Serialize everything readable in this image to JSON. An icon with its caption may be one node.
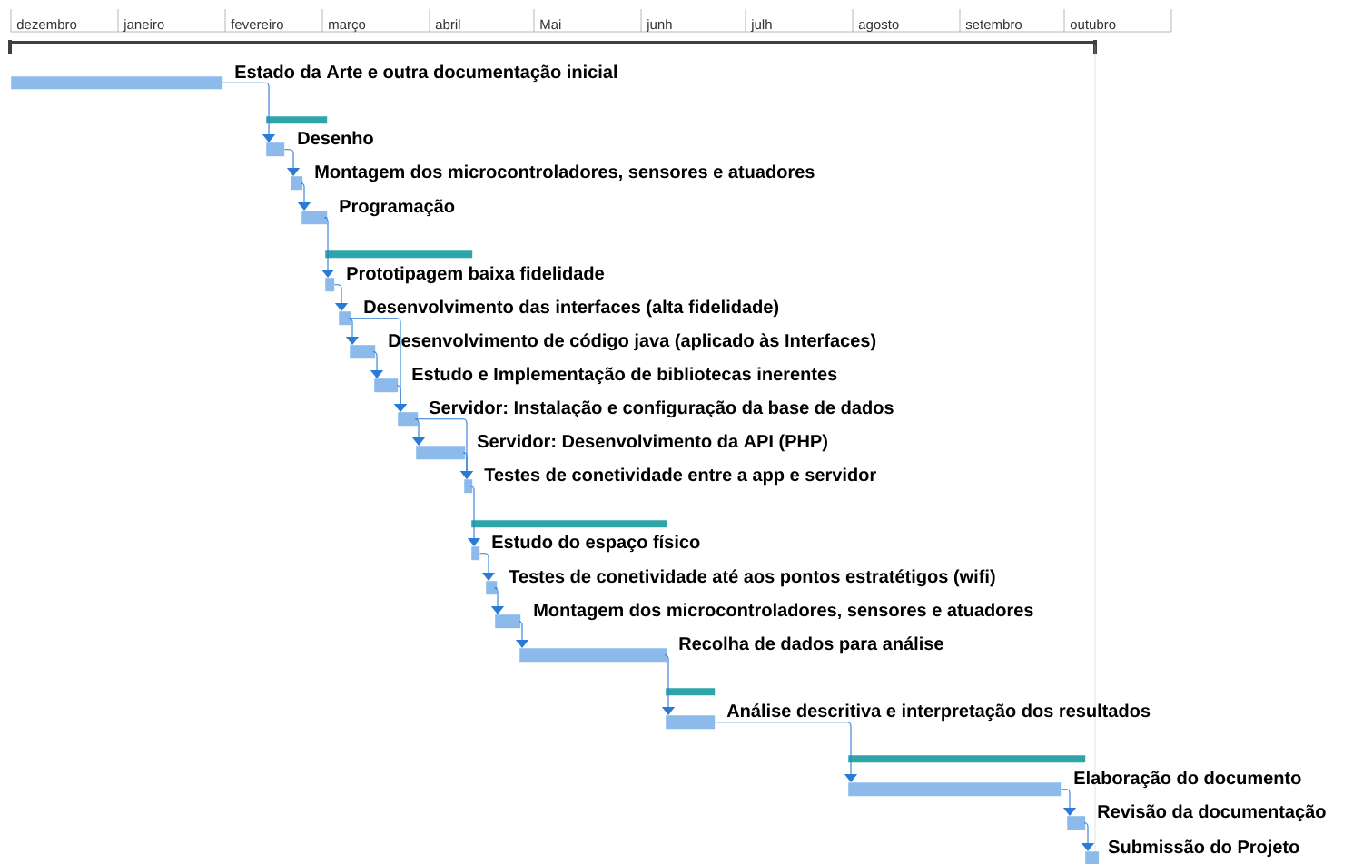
{
  "diagram": {
    "nodes": [
      {
        "text": [],
        "shape": "bar",
        "beside": [
          "Estado da Arte e outra documentação inicial"
        ]
      },
      {
        "text": [],
        "shape": "bar"
      },
      {
        "text": [],
        "shape": "bar",
        "beside": [
          "Desenho"
        ]
      },
      {
        "text": [],
        "shape": "bar",
        "beside": [
          "Montagem dos microcontroladores, sensores e atuadores"
        ]
      },
      {
        "text": [],
        "shape": "bar",
        "beside": [
          "Programação"
        ]
      },
      {
        "text": [],
        "shape": "bar"
      },
      {
        "text": [],
        "shape": "bar",
        "beside": [
          "Prototipagem baixa fidelidade"
        ]
      },
      {
        "text": [],
        "shape": "bar",
        "beside": [
          "Desenvolvimento das interfaces (alta fidelidade)"
        ]
      },
      {
        "text": [],
        "shape": "bar",
        "beside": [
          "Desenvolvimento de código java (aplicado às Interfaces)"
        ]
      },
      {
        "text": [],
        "shape": "bar",
        "beside": [
          "Estudo e Implementação de bibliotecas inerentes"
        ]
      },
      {
        "text": [],
        "shape": "bar",
        "beside": [
          "Servidor: Instalação e configuração da base de dados"
        ]
      },
      {
        "text": [],
        "shape": "bar",
        "beside": [
          "Servidor: Desenvolvimento da API (PHP)"
        ]
      },
      {
        "text": [],
        "shape": "bar",
        "beside": [
          "Testes de conetividade entre a app e servidor"
        ]
      },
      {
        "text": [],
        "shape": "bar"
      },
      {
        "text": [],
        "shape": "bar",
        "beside": [
          "Estudo do espaço físico"
        ]
      },
      {
        "text": [],
        "shape": "bar",
        "beside": [
          "Testes de conetividade até aos pontos estratétigos (wifi)"
        ]
      },
      {
        "text": [],
        "shape": "bar",
        "beside": [
          "Montagem dos microcontroladores, sensores e atuadores"
        ]
      },
      {
        "text": [],
        "shape": "bar",
        "beside": [
          "Recolha de dados para análise"
        ]
      },
      {
        "text": [],
        "shape": "bar"
      },
      {
        "text": [],
        "shape": "bar",
        "beside": [
          "Análise descritiva e interpretação dos resultados"
        ]
      },
      {
        "text": [],
        "shape": "bar"
      },
      {
        "text": [],
        "shape": "bar",
        "beside": [
          "Elaboração do documento"
        ]
      },
      {
        "text": [],
        "shape": "bar",
        "beside": [
          "Revisão da documentação"
        ]
      },
      {
        "text": [],
        "shape": "bar",
        "beside": [
          "Submissão do Projeto"
        ]
      }
    ],
    "edges": [
      {
        "from": 0,
        "to": 2,
        "arrow": "to"
      },
      {
        "from": 2,
        "to": 3,
        "arrow": "to"
      },
      {
        "from": 3,
        "to": 4,
        "arrow": "to"
      },
      {
        "from": 4,
        "to": 6,
        "arrow": "to"
      },
      {
        "from": 6,
        "to": 7,
        "arrow": "to"
      },
      {
        "from": 7,
        "to": 8,
        "arrow": "to"
      },
      {
        "from": 7,
        "to": 10,
        "arrow": "to"
      },
      {
        "from": 8,
        "to": 9,
        "arrow": "to"
      },
      {
        "from": 9,
        "to": 10,
        "arrow": "to"
      },
      {
        "from": 10,
        "to": 11,
        "arrow": "to"
      },
      {
        "from": 10,
        "to": 12,
        "arrow": "to"
      },
      {
        "from": 11,
        "to": 12,
        "arrow": "to"
      },
      {
        "from": 12,
        "to": 14,
        "arrow": "to"
      },
      {
        "from": 14,
        "to": 15,
        "arrow": "to"
      },
      {
        "from": 15,
        "to": 16,
        "arrow": "to"
      },
      {
        "from": 16,
        "to": 17,
        "arrow": "to"
      },
      {
        "from": 17,
        "to": 19,
        "arrow": "to"
      },
      {
        "from": 19,
        "to": 21,
        "arrow": "to"
      },
      {
        "from": 21,
        "to": 22,
        "arrow": "to"
      },
      {
        "from": 22,
        "to": 23,
        "arrow": "to"
      }
    ],
    "labels": [
      "dezembro",
      "janeiro",
      "fevereiro",
      "março",
      "abril",
      "Mai",
      "junh",
      "julh",
      "agosto",
      "setembro",
      "outubro"
    ]
  }
}
